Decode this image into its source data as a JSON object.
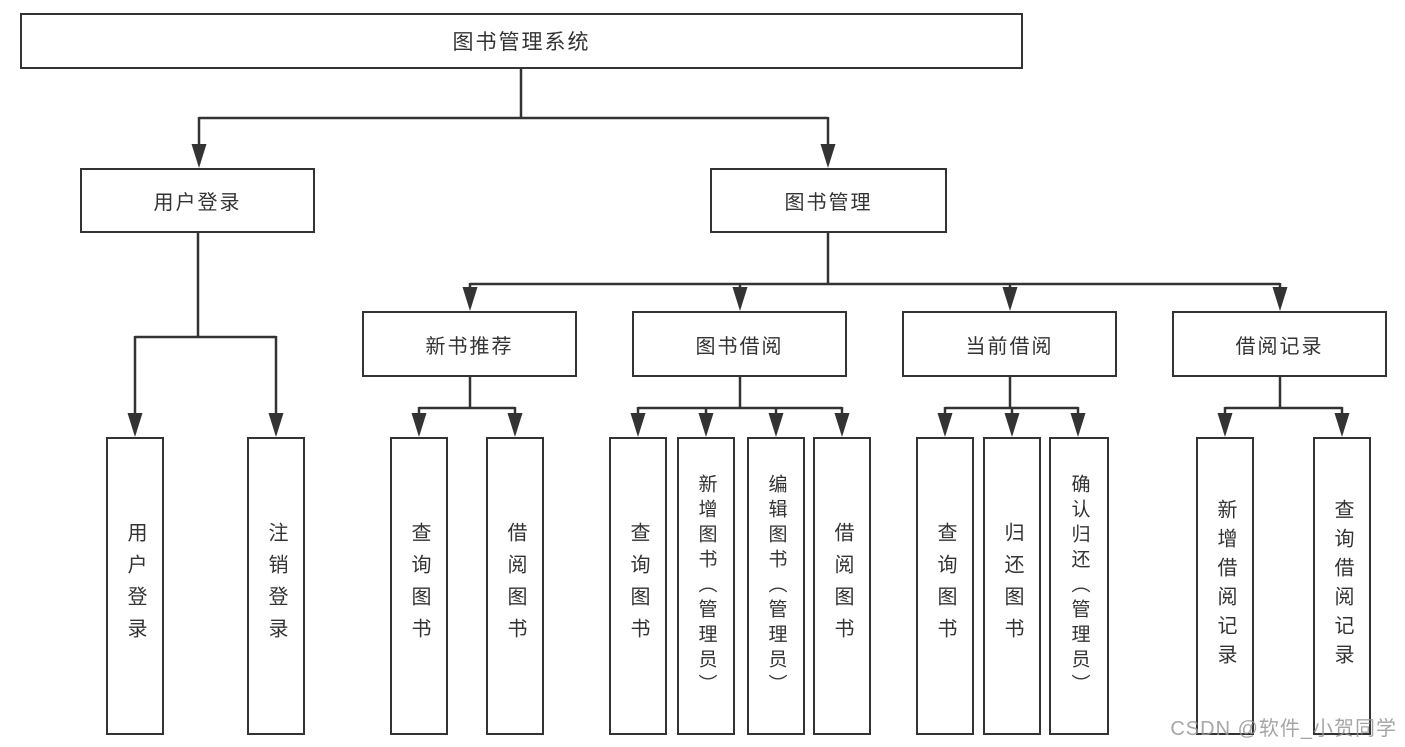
{
  "tree": {
    "root": {
      "label": "图书管理系统"
    },
    "level2": [
      {
        "label": "用户登录"
      },
      {
        "label": "图书管理"
      }
    ],
    "level3": [
      {
        "label": "新书推荐"
      },
      {
        "label": "图书借阅"
      },
      {
        "label": "当前借阅"
      },
      {
        "label": "借阅记录"
      }
    ],
    "leaves": {
      "user_login": [
        {
          "label": "用户登录"
        },
        {
          "label": "注销登录"
        }
      ],
      "new_book_recommendation": [
        {
          "label": "查询图书"
        },
        {
          "label": "借阅图书"
        }
      ],
      "book_borrowing": [
        {
          "label": "查询图书"
        },
        {
          "label": "新增图书（管理员）"
        },
        {
          "label": "编辑图书（管理员）"
        },
        {
          "label": "借阅图书"
        }
      ],
      "current_borrowing": [
        {
          "label": "查询图书"
        },
        {
          "label": "归还图书"
        },
        {
          "label": "确认归还（管理员）"
        }
      ],
      "borrowing_records": [
        {
          "label": "新增借阅记录"
        },
        {
          "label": "查询借阅记录"
        }
      ]
    }
  },
  "colors": {
    "line": "#333333",
    "text": "#333333",
    "background": "#ffffff",
    "watermark": "#9a9a9a"
  },
  "watermark": "CSDN @软件_小贺同学"
}
